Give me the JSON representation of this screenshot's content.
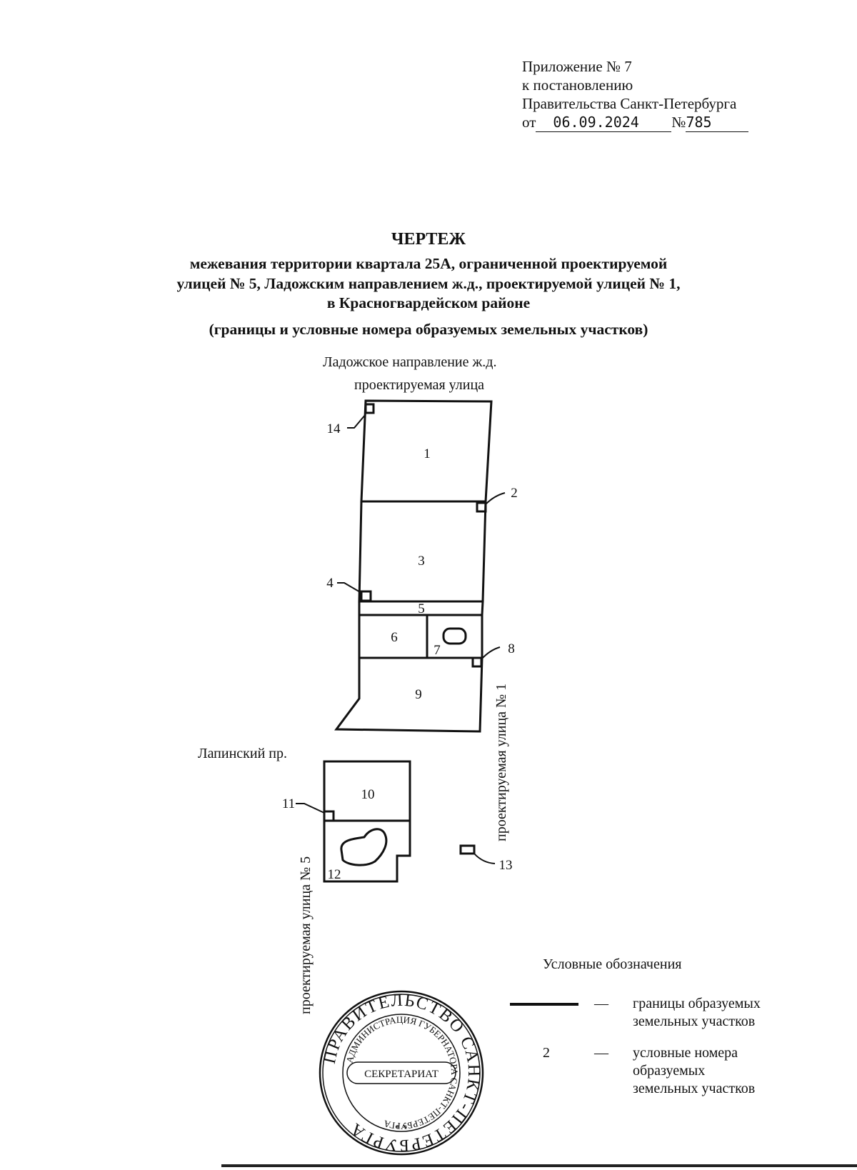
{
  "header": {
    "line1": "Приложение № 7",
    "line2": "к постановлению",
    "line3": "Правительства Санкт-Петербурга",
    "date_prefix": "от",
    "date": "06.09.2024",
    "number_prefix": "№",
    "number": "785"
  },
  "title": {
    "main": "ЧЕРТЕЖ",
    "line1": "межевания территории квартала 25А, ограниченной проектируемой",
    "line2": "улицей № 5, Ладожским направлением ж.д., проектируемой улицей № 1,",
    "line3": "в Красногвардейском районе",
    "subtitle": "(границы и условные номера образуемых земельных участков)"
  },
  "map": {
    "labels": {
      "railway": "Ладожское направление ж.д.",
      "street_top": "проектируемая улица",
      "lapinsky": "Лапинский пр.",
      "street_1": "проектируемая улица № 1",
      "street_5": "проектируемая улица № 5"
    },
    "parcels": [
      "1",
      "2",
      "3",
      "4",
      "5",
      "6",
      "7",
      "8",
      "9",
      "10",
      "11",
      "12",
      "13",
      "14"
    ]
  },
  "legend": {
    "title": "Условные обозначения",
    "dash": "—",
    "item1_text1": "границы образуемых",
    "item1_text2": "земельных участков",
    "item2_symbol": "2",
    "item2_text1": "условные номера",
    "item2_text2": "образуемых",
    "item2_text3": "земельных участков"
  },
  "stamp": {
    "outer_text": "ПРАВИТЕЛЬСТВО САНКТ-ПЕТЕРБУРГА",
    "inner_text": "АДМИНИСТРАЦИЯ ГУБЕРНАТОРА САНКТ-ПЕТЕРБУРГА",
    "center": "СЕКРЕТАРИАТ",
    "stars": "* *"
  }
}
